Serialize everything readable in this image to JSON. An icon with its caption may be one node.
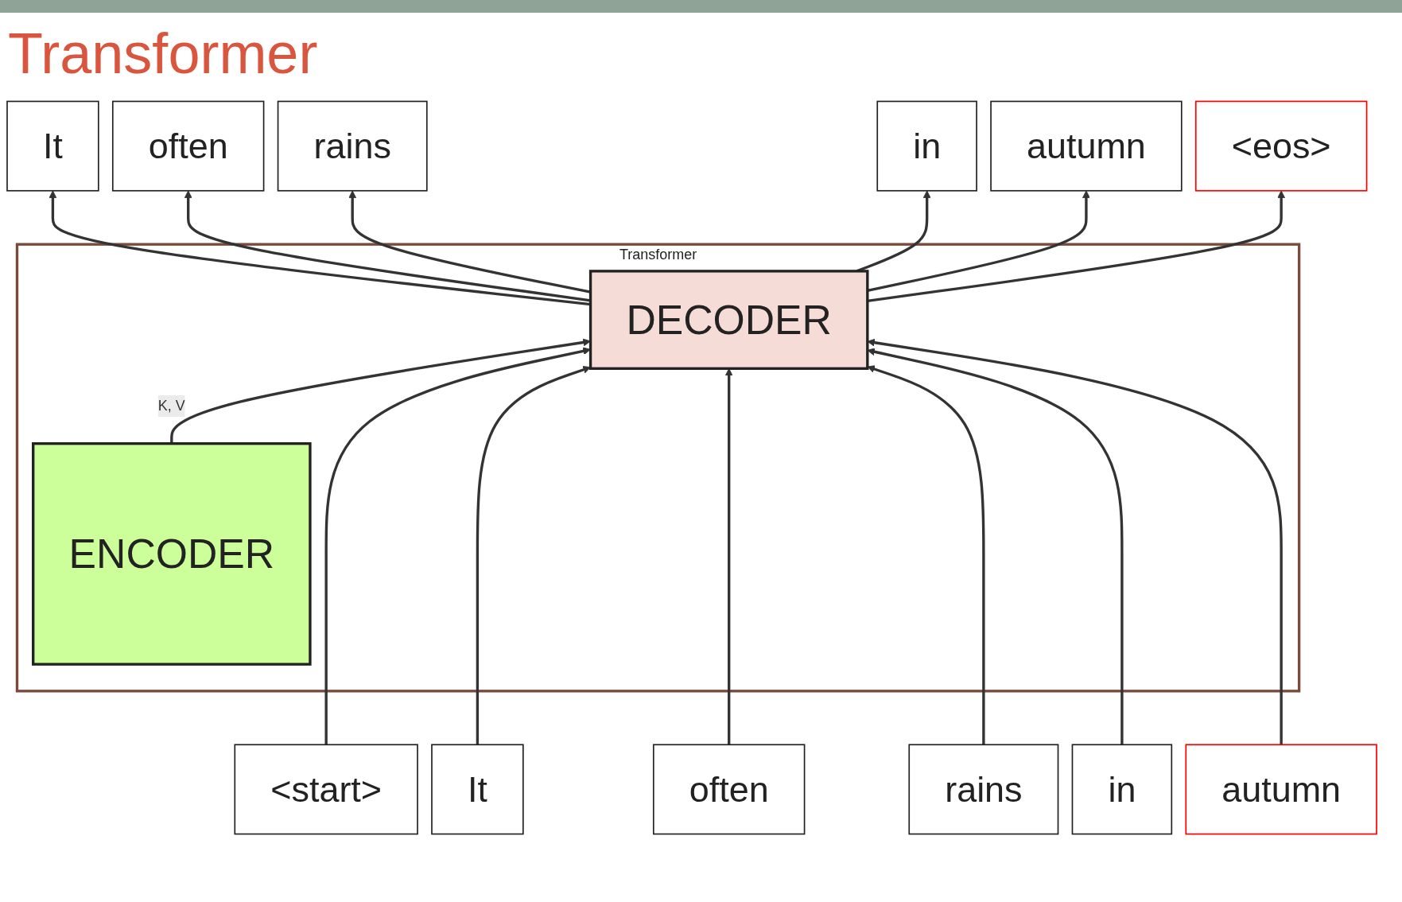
{
  "diagram": {
    "title": "Transformer",
    "nodes": [
      {
        "text": [
          "Transformer"
        ]
      },
      {
        "text": [
          "ENCODER"
        ],
        "in": 0
      },
      {
        "text": [
          "DECODER"
        ],
        "in": 0
      },
      {
        "text": [
          "It"
        ]
      },
      {
        "text": [
          "often"
        ]
      },
      {
        "text": [
          "rains"
        ]
      },
      {
        "text": [
          "in"
        ]
      },
      {
        "text": [
          "autumn"
        ]
      },
      {
        "text": [
          "<eos>"
        ]
      },
      {
        "text": [
          "<start>"
        ]
      },
      {
        "text": [
          "It"
        ]
      },
      {
        "text": [
          "often"
        ]
      },
      {
        "text": [
          "rains"
        ]
      },
      {
        "text": [
          "in"
        ]
      },
      {
        "text": [
          "autumn"
        ]
      }
    ],
    "edges": [
      {
        "from": 1,
        "to": 2,
        "arrow": "to",
        "label": "K, V"
      },
      {
        "from": 2,
        "to": 3,
        "arrow": "to"
      },
      {
        "from": 2,
        "to": 4,
        "arrow": "to"
      },
      {
        "from": 2,
        "to": 5,
        "arrow": "to"
      },
      {
        "from": 2,
        "to": 6,
        "arrow": "to"
      },
      {
        "from": 2,
        "to": 7,
        "arrow": "to"
      },
      {
        "from": 2,
        "to": 8,
        "arrow": "to"
      },
      {
        "from": 9,
        "to": 2,
        "arrow": "to"
      },
      {
        "from": 10,
        "to": 2,
        "arrow": "to"
      },
      {
        "from": 11,
        "to": 2,
        "arrow": "to"
      },
      {
        "from": 12,
        "to": 2,
        "arrow": "to"
      },
      {
        "from": 13,
        "to": 2,
        "arrow": "to"
      },
      {
        "from": 14,
        "to": 2,
        "arrow": "to"
      }
    ]
  }
}
